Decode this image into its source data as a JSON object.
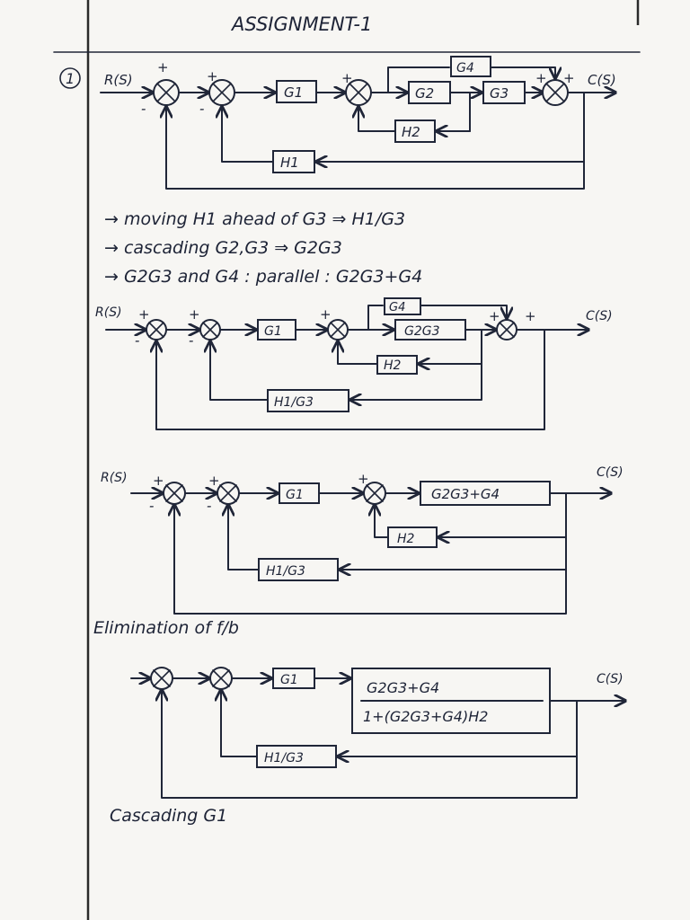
{
  "title": "ASSIGNMENT-1",
  "question_number": "1",
  "signals": {
    "input": "R(S)",
    "output": "C(S)",
    "plus": "+",
    "minus": "-"
  },
  "diagram1": {
    "blocks": {
      "g1": "G1",
      "g2": "G2",
      "g3": "G3",
      "g4": "G4",
      "h1": "H1",
      "h2": "H2"
    }
  },
  "steps": [
    "→ moving H1 ahead of G3 ⇒ H1/G3",
    "→ cascading G2,G3 ⇒ G2G3",
    "→ G2G3 and G4 : parallel : G2G3+G4"
  ],
  "diagram2": {
    "blocks": {
      "g1": "G1",
      "g2g3": "G2G3",
      "g4": "G4",
      "h2": "H2",
      "h1_over_g3": "H1/G3"
    }
  },
  "diagram3": {
    "blocks": {
      "g1": "G1",
      "forward": "G2G3+G4",
      "h2": "H2",
      "h1_over_g3": "H1/G3"
    }
  },
  "elimination_note": "Elimination of f/b",
  "diagram4": {
    "blocks": {
      "g1": "G1",
      "tf_numerator": "G2G3+G4",
      "tf_denominator": "1+(G2G3+G4)H2",
      "h1_over_g3": "H1/G3"
    }
  },
  "cascading_note": "Cascading G1"
}
